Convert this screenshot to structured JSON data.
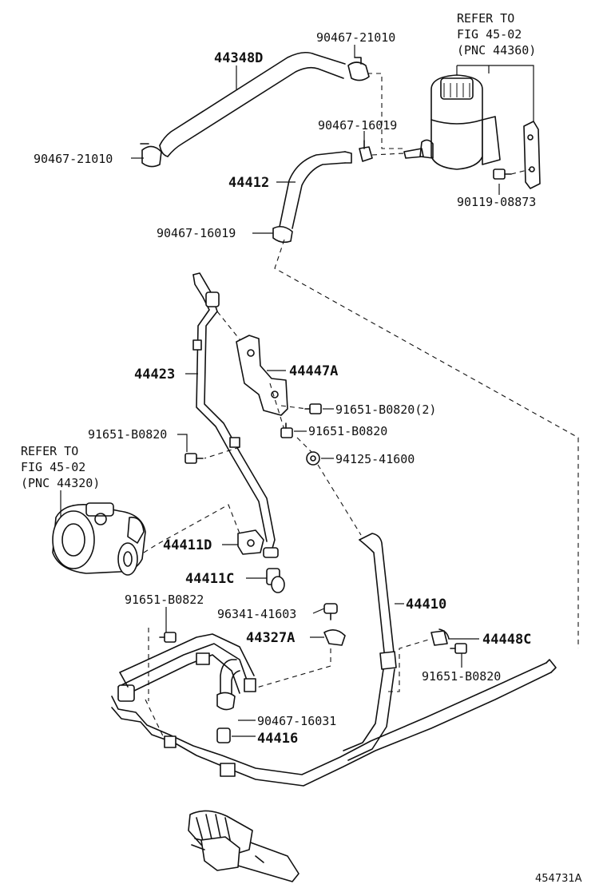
{
  "diagram_id": "454731A",
  "refs": {
    "reservoir": [
      "REFER TO",
      "FIG 45-02",
      "(PNC 44360)"
    ],
    "pump": [
      "REFER TO",
      "FIG 45-02",
      "(PNC 44320)"
    ]
  },
  "labels": {
    "hose_44348D": "44348D",
    "clamp_top": "90467-21010",
    "clamp_left": "90467-21010",
    "clamp_16019_top": "90467-16019",
    "hose_44412": "44412",
    "clamp_16019_bottom": "90467-16019",
    "bolt_90119": "90119-08873",
    "tube_44423": "44423",
    "bracket_44447A": "44447A",
    "bolt_b0820_2": "91651-B0820(2)",
    "bolt_b0820_mid": "91651-B0820",
    "nut_94125": "94125-41600",
    "bolt_b0820_left": "91651-B0820",
    "gasket_44411D": "44411D",
    "union_44411C": "44411C",
    "hose_44410": "44410",
    "bolt_b0822": "91651-B0822",
    "bolt_96341": "96341-41603",
    "clamp_44327A": "44327A",
    "clamp_44448C": "44448C",
    "bolt_b0820_right": "91651-B0820",
    "clamp_16031": "90467-16031",
    "hose_44416": "44416"
  }
}
